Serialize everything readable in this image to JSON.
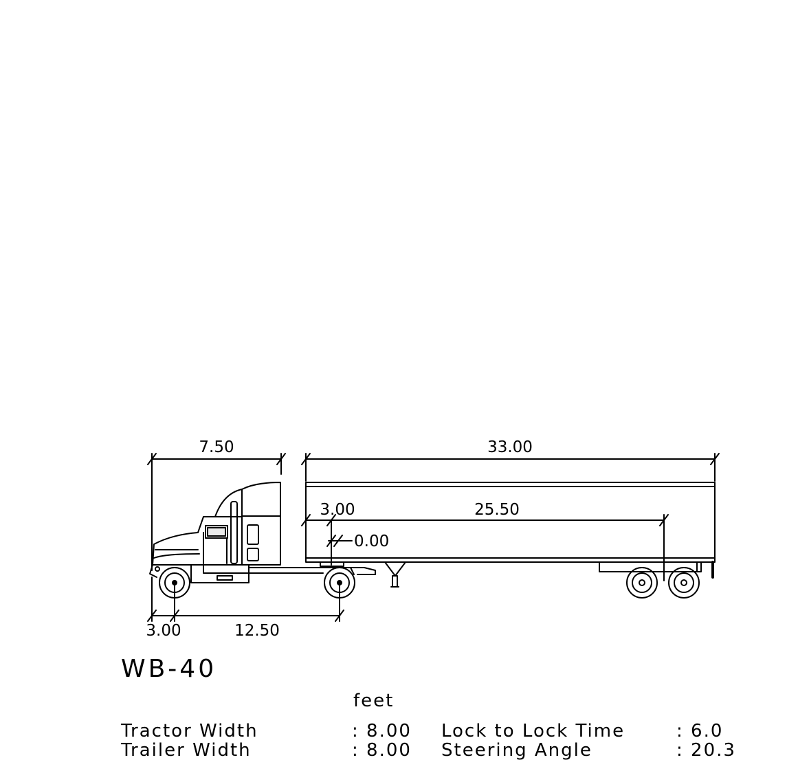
{
  "vehicle": {
    "name": "WB-40",
    "units": "feet"
  },
  "dimensions": {
    "tractor_overall_length": "7.50",
    "trailer_length": "33.00",
    "trailer_front_overhang": "3.00",
    "trailer_wheelbase": "25.50",
    "kingpin_offset": "0.00",
    "front_overhang": "3.00",
    "tractor_wheelbase": "12.50"
  },
  "specs": [
    {
      "label": "Tractor Width",
      "value": ": 8.00"
    },
    {
      "label": "Trailer Width",
      "value": ": 8.00"
    },
    {
      "label": "Lock to Lock Time",
      "value": ": 6.0"
    },
    {
      "label": "Steering Angle",
      "value": ": 20.3"
    }
  ]
}
